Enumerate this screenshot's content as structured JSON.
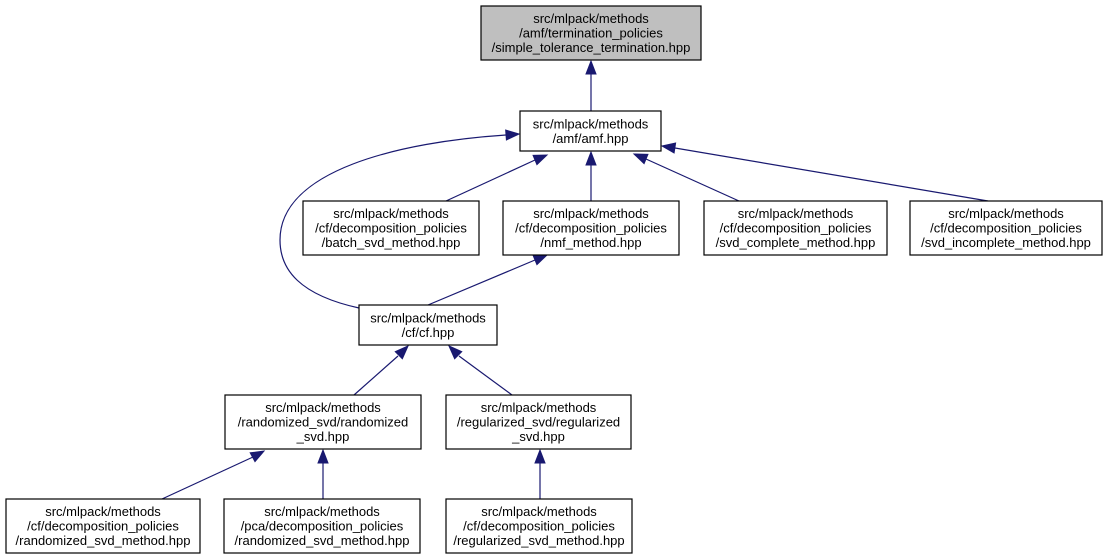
{
  "nodes": [
    {
      "id": "n0",
      "root": true,
      "lines": [
        "src/mlpack/methods",
        "/amf/termination_policies",
        "/simple_tolerance_termination.hpp"
      ]
    },
    {
      "id": "n1",
      "root": false,
      "lines": [
        "src/mlpack/methods",
        "/amf/amf.hpp"
      ]
    },
    {
      "id": "n2",
      "root": false,
      "lines": [
        "src/mlpack/methods",
        "/cf/decomposition_policies",
        "/batch_svd_method.hpp"
      ]
    },
    {
      "id": "n3",
      "root": false,
      "lines": [
        "src/mlpack/methods",
        "/cf/decomposition_policies",
        "/nmf_method.hpp"
      ]
    },
    {
      "id": "n4",
      "root": false,
      "lines": [
        "src/mlpack/methods",
        "/cf/decomposition_policies",
        "/svd_complete_method.hpp"
      ]
    },
    {
      "id": "n5",
      "root": false,
      "lines": [
        "src/mlpack/methods",
        "/cf/decomposition_policies",
        "/svd_incomplete_method.hpp"
      ]
    },
    {
      "id": "n6",
      "root": false,
      "lines": [
        "src/mlpack/methods",
        "/cf/cf.hpp"
      ]
    },
    {
      "id": "n7",
      "root": false,
      "lines": [
        "src/mlpack/methods",
        "/randomized_svd/randomized",
        "_svd.hpp"
      ]
    },
    {
      "id": "n8",
      "root": false,
      "lines": [
        "src/mlpack/methods",
        "/regularized_svd/regularized",
        "_svd.hpp"
      ]
    },
    {
      "id": "n9",
      "root": false,
      "lines": [
        "src/mlpack/methods",
        "/cf/decomposition_policies",
        "/randomized_svd_method.hpp"
      ]
    },
    {
      "id": "n10",
      "root": false,
      "lines": [
        "src/mlpack/methods",
        "/pca/decomposition_policies",
        "/randomized_svd_method.hpp"
      ]
    },
    {
      "id": "n11",
      "root": false,
      "lines": [
        "src/mlpack/methods",
        "/cf/decomposition_policies",
        "/regularized_svd_method.hpp"
      ]
    }
  ],
  "edges": [
    {
      "from": "n1",
      "to": "n0"
    },
    {
      "from": "n2",
      "to": "n1"
    },
    {
      "from": "n3",
      "to": "n1"
    },
    {
      "from": "n4",
      "to": "n1"
    },
    {
      "from": "n5",
      "to": "n1"
    },
    {
      "from": "n6",
      "to": "n1"
    },
    {
      "from": "n6",
      "to": "n3"
    },
    {
      "from": "n7",
      "to": "n6"
    },
    {
      "from": "n8",
      "to": "n6"
    },
    {
      "from": "n9",
      "to": "n7"
    },
    {
      "from": "n10",
      "to": "n7"
    },
    {
      "from": "n11",
      "to": "n8"
    }
  ],
  "colors": {
    "edge": "#191970",
    "root_fill": "#bfbfbf",
    "node_fill": "#ffffff",
    "border": "#000000"
  }
}
